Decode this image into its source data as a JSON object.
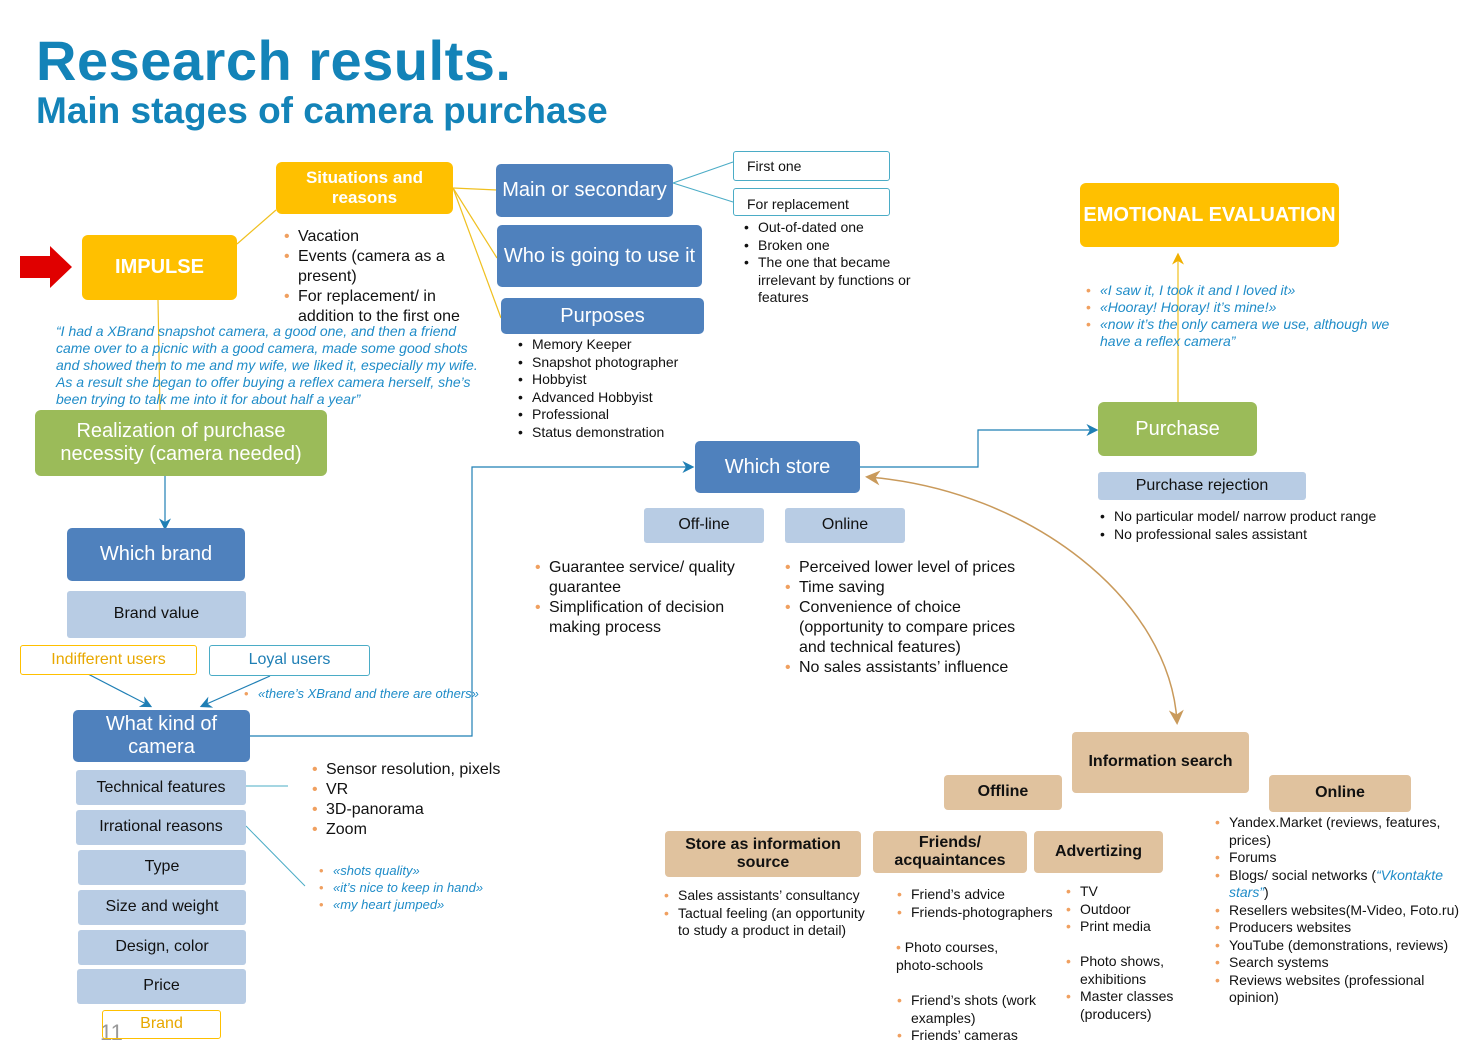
{
  "title": "Research results.",
  "subtitle": "Main stages of camera purchase",
  "page_number": "11",
  "colors": {
    "title": "#1383B8",
    "yellow": "#FFC000",
    "blue": "#4F81BD",
    "green": "#9BBB59",
    "light_blue": "#B8CCE4",
    "tan": "#E0C29E",
    "quote": "#1F8CC8",
    "arrow_red": "#E00000"
  },
  "impulse": "IMPULSE",
  "situations": {
    "label": "Situations and reasons",
    "items": [
      "Vacation",
      "Events (camera as a present)",
      "For replacement/  in addition to the first one"
    ]
  },
  "main_or_secondary": {
    "label": "Main or secondary",
    "first_one": "First one",
    "for_replacement": "For replacement",
    "replacement_items": [
      "Out-of-dated one",
      "Broken one",
      "The one that became irrelevant by functions or features"
    ]
  },
  "who": "Who is going to use it",
  "purposes": {
    "label": "Purposes",
    "items": [
      "Memory Keeper",
      "Snapshot photographer",
      "Hobbyist",
      "Advanced Hobbyist",
      "Professional",
      "Status demonstration"
    ]
  },
  "impulse_quote": "“I had a XBrand snapshot camera, a good one, and then a friend came over to a picnic with a good camera,  made some good shots and showed them to me and my wife, we liked it, especially my wife. As a result she began to offer buying a reflex camera herself, she’s been trying to talk me into it for about half a year”",
  "realization": "Realization of purchase necessity (camera needed)",
  "which_brand": "Which brand",
  "brand_value": "Brand value",
  "indifferent_users": "Indifferent users",
  "loyal_users": "Loyal users",
  "loyal_quote": "«there’s XBrand and there are others»",
  "what_kind": "What kind of camera",
  "camera_criteria": {
    "technical": "Technical features",
    "irrational": "Irrational reasons",
    "type": "Type",
    "size": "Size and weight",
    "design": "Design, color",
    "price": "Price",
    "brand": "Brand"
  },
  "technical_items": [
    "Sensor resolution, pixels",
    "VR",
    "3D-panorama",
    "Zoom"
  ],
  "irrational_quotes": [
    "«shots quality»",
    "«it’s nice to keep in hand»",
    "«my heart jumped»"
  ],
  "which_store": {
    "label": "Which store",
    "offline": "Off-line",
    "online": "Online",
    "offline_items": [
      "Guarantee service/ quality guarantee",
      "Simplification of decision making process"
    ],
    "online_items": [
      "Perceived lower level of prices",
      "Time saving",
      "Convenience of choice (opportunity to compare prices and technical features)",
      "No sales assistants’ influence"
    ]
  },
  "purchase": {
    "label": "Purchase",
    "rejection": "Purchase rejection",
    "rejection_items": [
      "No particular model/ narrow product range",
      "No professional  sales assistant"
    ]
  },
  "emotional": {
    "label": "EMOTIONAL EVALUATION",
    "quotes": [
      "«I saw it, I took it and I loved it»",
      "«Hooray! Hooray! it’s mine!»",
      "«now it’s the only camera we use, although we have a reflex camera”"
    ]
  },
  "info_search": {
    "label": "Information search",
    "offline": "Offline",
    "online": "Online",
    "store_source": "Store as information source",
    "store_items": [
      "Sales assistants’ consultancy",
      "Tactual feeling (an opportunity to study a product in detail)"
    ],
    "friends": "Friends/ acquaintances",
    "friends_items": [
      "Friend’s advice",
      "Friends-photographers"
    ],
    "friends_extra": "Photo courses, photo-schools",
    "friends_items2": [
      "Friend’s shots (work examples)",
      "Friends’ cameras"
    ],
    "advertizing": "Advertizing",
    "ad_items": [
      "TV",
      "Outdoor",
      "Print media"
    ],
    "ad_items2": [
      "Photo shows, exhibitions",
      "Master classes (producers)"
    ],
    "online_items_before": "Yandex.Market (reviews, features, prices)",
    "online_forums": "Forums",
    "online_blogs_prefix": "Blogs/ social networks (",
    "online_blogs_link": "“Vkontakte stars”",
    "online_blogs_suffix": ")",
    "online_items_after": [
      "Resellers websites(M-Video, Foto.ru)",
      "Producers websites",
      "YouTube (demonstrations, reviews)",
      "Search systems",
      "Reviews websites (professional opinion)"
    ]
  }
}
